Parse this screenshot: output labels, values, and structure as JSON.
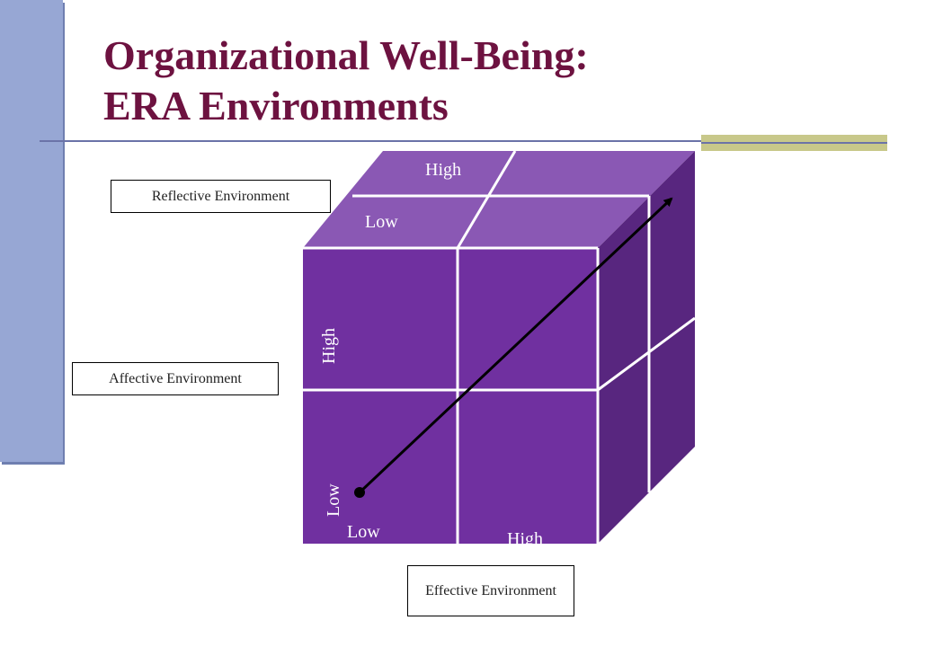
{
  "title": {
    "line1": "Organizational Well-Being:",
    "line2": "ERA Environments"
  },
  "dimensions": {
    "reflective": "Reflective Environment",
    "affective": "Affective Environment",
    "effective": "Effective Environment"
  },
  "cube_labels": {
    "top_high": "High",
    "top_low": "Low",
    "side_high": "High",
    "side_low": "Low",
    "bottom_low": "Low",
    "bottom_high": "High"
  },
  "colors": {
    "title": "#6d1240",
    "cube_front": "#7030a0",
    "cube_top": "#8a58b4",
    "cube_side": "#58267f",
    "left_bar": "#97a7d4",
    "accent_bar": "#c8c88a"
  }
}
